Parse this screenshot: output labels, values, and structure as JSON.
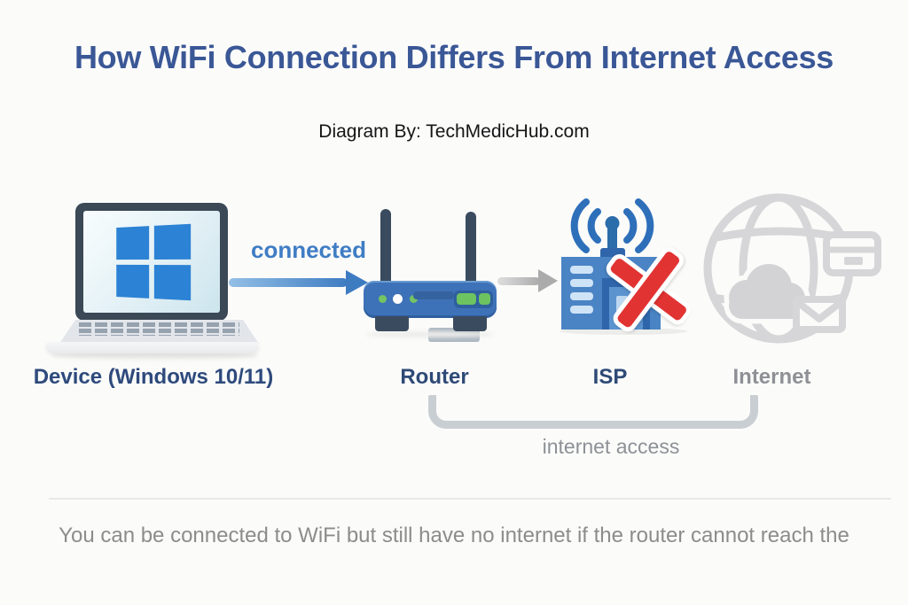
{
  "title": "How WiFi Connection Differs From Internet Access",
  "byline": "Diagram By: TechMedicHub.com",
  "nodes": {
    "device": {
      "label": "Device (Windows 10/11)",
      "icon": "laptop-with-windows-logo"
    },
    "router": {
      "label": "Router",
      "icon": "wifi-router",
      "leds": [
        "green",
        "white",
        "green"
      ]
    },
    "isp": {
      "label": "ISP",
      "icon": "server-with-antenna",
      "status_icon": "red-x-mark",
      "status": "unreachable"
    },
    "internet": {
      "label": "Internet",
      "icon": "globe-with-cloud-card-and-mail"
    }
  },
  "edges": {
    "device_to_router": {
      "label": "connected",
      "style": "blue-arrow"
    },
    "router_to_isp": {
      "style": "gray-arrow"
    },
    "router_to_internet": {
      "label": "internet access",
      "style": "gray-bracket"
    }
  },
  "footer": {
    "note": "You can be connected to WiFi but still have no internet if the router cannot reach the"
  },
  "colors": {
    "background": "#fbfbfa",
    "title_blue": "#3a5796",
    "connected_blue": "#3f7dc4",
    "node_label_navy": "#2e4a76",
    "muted_gray_label": "#8e9095",
    "router_blue": "#3e72b8",
    "isp_blue": "#4a84c4",
    "error_red": "#e23333",
    "internet_gray": "#d6d6d8",
    "bracket_gray": "#c9ced3",
    "footer_gray": "#8c8c8c"
  }
}
